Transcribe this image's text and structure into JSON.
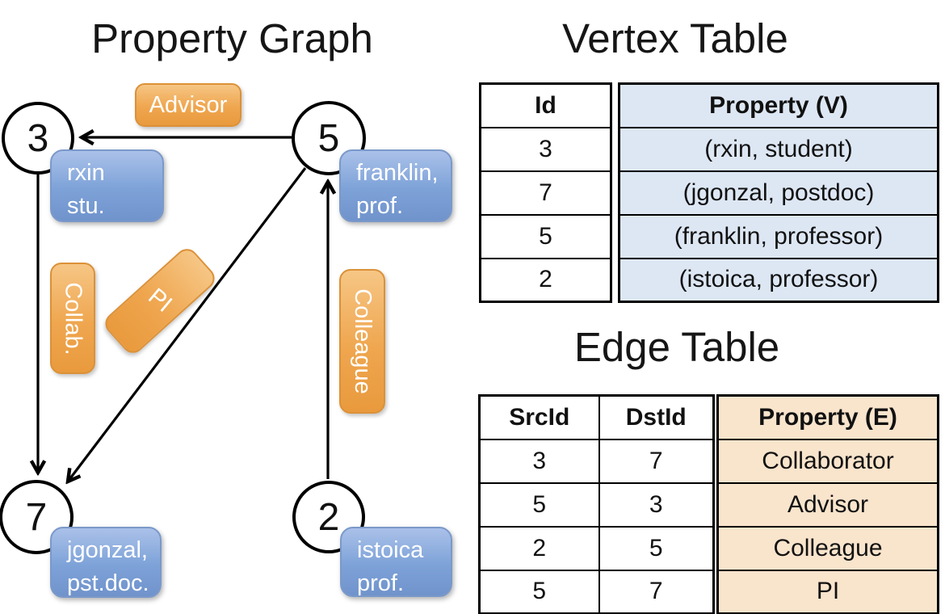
{
  "graph": {
    "title": "Property Graph",
    "nodes": [
      {
        "id": "3",
        "lines": [
          "rxin",
          "stu."
        ]
      },
      {
        "id": "5",
        "lines": [
          "franklin,",
          "prof."
        ]
      },
      {
        "id": "7",
        "lines": [
          "jgonzal,",
          "pst.doc."
        ]
      },
      {
        "id": "2",
        "lines": [
          "istoica",
          "prof."
        ]
      }
    ],
    "edge_labels": [
      {
        "label": "Advisor"
      },
      {
        "label": "Collab."
      },
      {
        "label": "PI"
      },
      {
        "label": "Colleague"
      }
    ]
  },
  "vertex_table": {
    "title": "Vertex Table",
    "headers": {
      "id": "Id",
      "property": "Property (V)"
    },
    "rows": [
      {
        "id": "3",
        "property": "(rxin, student)"
      },
      {
        "id": "7",
        "property": "(jgonzal, postdoc)"
      },
      {
        "id": "5",
        "property": "(franklin, professor)"
      },
      {
        "id": "2",
        "property": "(istoica, professor)"
      }
    ]
  },
  "edge_table": {
    "title": "Edge Table",
    "headers": {
      "src": "SrcId",
      "dst": "DstId",
      "property": "Property (E)"
    },
    "rows": [
      {
        "src": "3",
        "dst": "7",
        "property": "Collaborator"
      },
      {
        "src": "5",
        "dst": "3",
        "property": "Advisor"
      },
      {
        "src": "2",
        "dst": "5",
        "property": "Colleague"
      },
      {
        "src": "5",
        "dst": "7",
        "property": "PI"
      }
    ]
  },
  "colors": {
    "edge_label_fill": "#efa64f",
    "vertex_property_fill": "#7da2d8",
    "vertex_table_fill": "#dde7f4",
    "edge_table_fill": "#f9e4cc",
    "line_color": "#000000"
  }
}
